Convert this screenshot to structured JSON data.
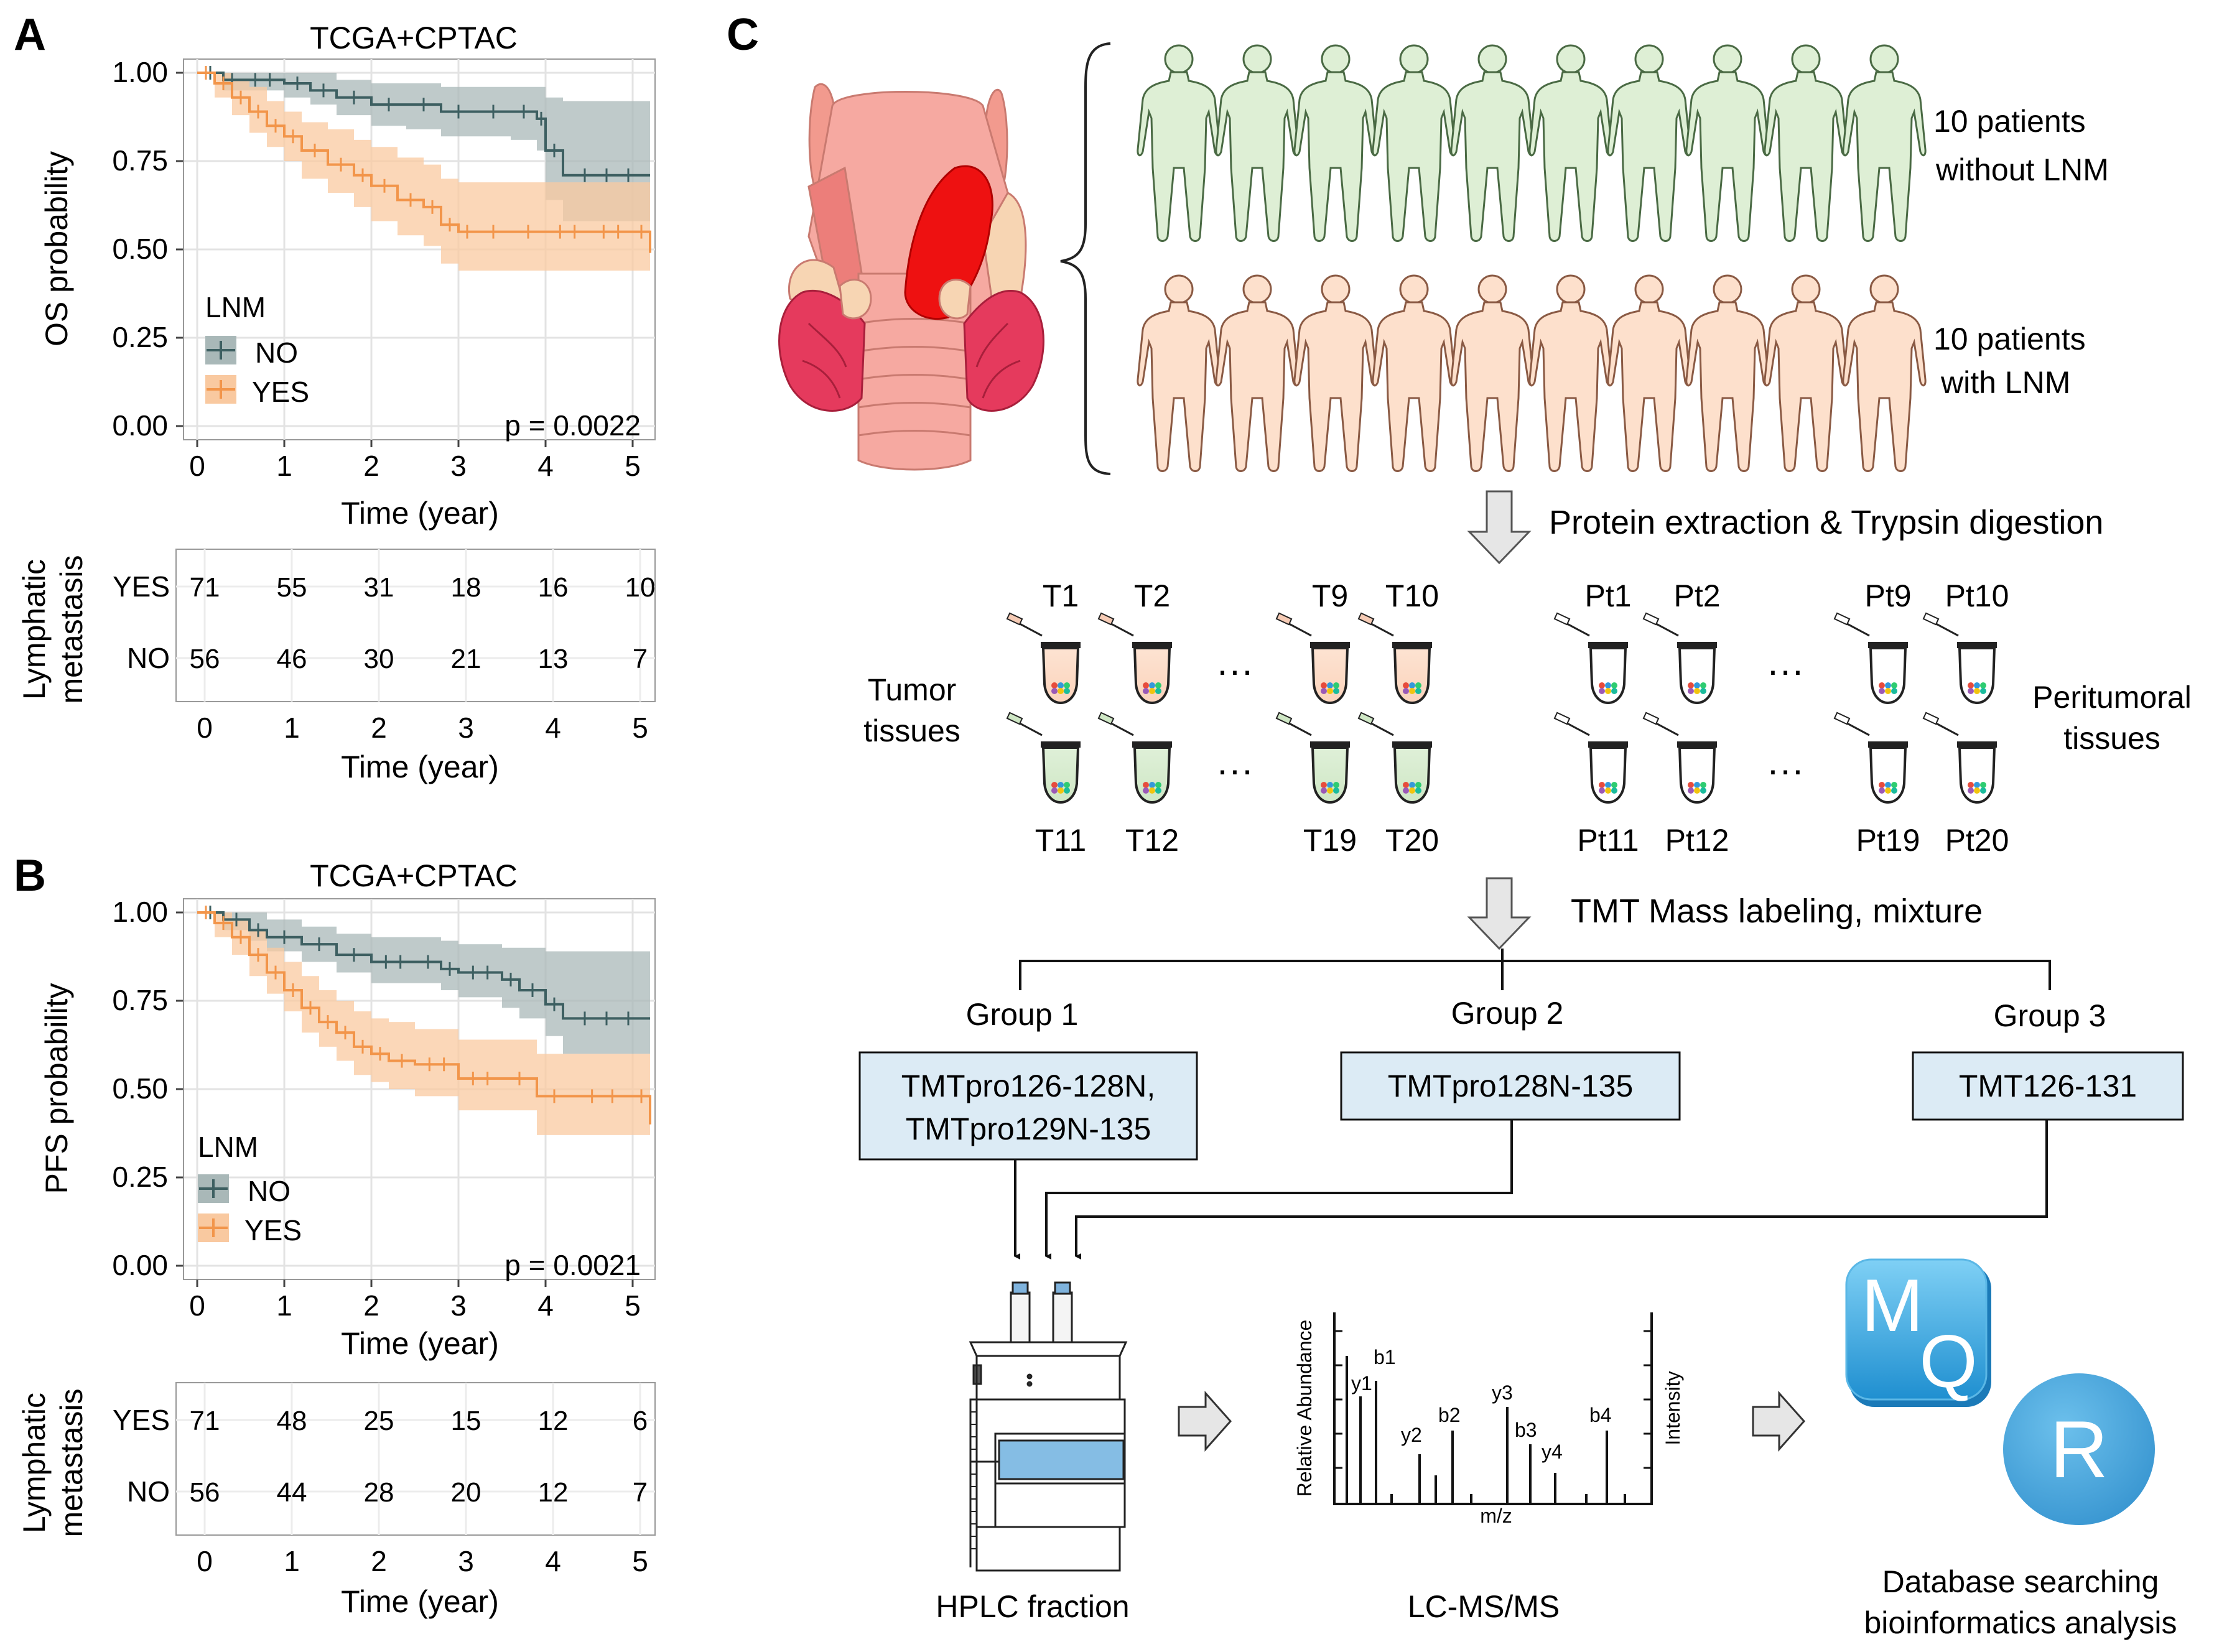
{
  "panels": {
    "A": {
      "letter": "A",
      "title": "TCGA+CPTAC",
      "ylabel": "OS probability",
      "xlabel": "Time (year)",
      "legend_title": "LNM",
      "legend_no": "NO",
      "legend_yes": "YES",
      "pvalue": "p = 0.0022",
      "risk_ylabel_1": "Lymphatic",
      "risk_ylabel_2": "metastasis",
      "risk_xlabel": "Time (year)",
      "risk_rows": [
        {
          "label": "YES",
          "values": [
            "71",
            "55",
            "31",
            "18",
            "16",
            "10"
          ]
        },
        {
          "label": "NO",
          "values": [
            "56",
            "46",
            "30",
            "21",
            "13",
            "7"
          ]
        }
      ]
    },
    "B": {
      "letter": "B",
      "title": "TCGA+CPTAC",
      "ylabel": "PFS probability",
      "xlabel": "Time (year)",
      "legend_title": "LNM",
      "legend_no": "NO",
      "legend_yes": "YES",
      "pvalue": "p = 0.0021",
      "risk_ylabel_1": "Lymphatic",
      "risk_ylabel_2": "metastasis",
      "risk_xlabel": "Time (year)",
      "risk_rows": [
        {
          "label": "YES",
          "values": [
            "71",
            "48",
            "25",
            "15",
            "12",
            "6"
          ]
        },
        {
          "label": "NO",
          "values": [
            "56",
            "44",
            "28",
            "20",
            "12",
            "7"
          ]
        }
      ]
    },
    "C": {
      "letter": "C",
      "patients_no_lnm_1": "10 patients",
      "patients_no_lnm_2": "without LNM",
      "patients_lnm_1": "10 patients",
      "patients_lnm_2": "with LNM",
      "step1": "Protein extraction & Trypsin digestion",
      "step2": "TMT Mass labeling, mixture",
      "tumor_label_1": "Tumor",
      "tumor_label_2": "tissues",
      "peri_label_1": "Peritumoral",
      "peri_label_2": "tissues",
      "tube_top_tumor": [
        "T1",
        "T2",
        "T9",
        "T10"
      ],
      "tube_bottom_tumor": [
        "T11",
        "T12",
        "T19",
        "T20"
      ],
      "tube_top_peri": [
        "Pt1",
        "Pt2",
        "Pt9",
        "Pt10"
      ],
      "tube_bottom_peri": [
        "Pt11",
        "Pt12",
        "Pt19",
        "Pt20"
      ],
      "ellipsis": "···",
      "group1": "Group 1",
      "group2": "Group 2",
      "group3": "Group 3",
      "group1_box_1": "TMTpro126-128N,",
      "group1_box_2": "TMTpro129N-135",
      "group2_box": "TMTpro128N-135",
      "group3_box": "TMT126-131",
      "hplc_label": "HPLC fraction",
      "lcms_label": "LC-MS/MS",
      "db_label_1": "Database searching",
      "db_label_2": "bioinformatics analysis",
      "spec_ylabel": "Relative Abundance",
      "spec_ylabel2": "Intensity",
      "spec_xlabel": "m/z",
      "peak_labels": [
        "b1",
        "y1",
        "y2",
        "b2",
        "y3",
        "b3",
        "y4",
        "b4"
      ],
      "mq_m": "M",
      "mq_q": "Q",
      "r_logo": "R"
    }
  },
  "colors": {
    "no_line": "#3d5f61",
    "no_band": "#a9b8b8",
    "yes_line": "#f2954a",
    "yes_band": "#f9c9a0",
    "panel_bg": "#ffffff",
    "grid": "#e3e3e3",
    "box_fill": "#dcebf5",
    "patient_green": "#deefd5",
    "patient_peach": "#fde0cc",
    "tumor_red": "#ee1111",
    "mq_blue": "#3aa9e5",
    "r_blue": "#4aa7de"
  },
  "chart_data": [
    {
      "type": "line",
      "title": "TCGA+CPTAC",
      "xlabel": "Time (year)",
      "ylabel": "OS probability",
      "xlim": [
        0,
        5.2
      ],
      "ylim": [
        0,
        1
      ],
      "x_ticks": [
        0,
        1,
        2,
        3,
        4,
        5
      ],
      "y_ticks": [
        "0.00",
        "0.25",
        "0.50",
        "0.75",
        "1.00"
      ],
      "legend_title": "LNM",
      "legend_position": "left-middle",
      "grid": true,
      "annotation": "p = 0.0022",
      "series": [
        {
          "name": "NO",
          "color": "#3d5f61",
          "x": [
            0,
            0.3,
            0.5,
            1.0,
            1.3,
            1.6,
            2.0,
            2.4,
            2.8,
            3.2,
            3.6,
            3.9,
            4.0,
            4.2,
            5.2
          ],
          "y": [
            1.0,
            0.98,
            0.98,
            0.97,
            0.95,
            0.93,
            0.91,
            0.91,
            0.89,
            0.89,
            0.89,
            0.87,
            0.78,
            0.71,
            0.71
          ],
          "lower": [
            1.0,
            0.95,
            0.95,
            0.93,
            0.91,
            0.88,
            0.85,
            0.84,
            0.82,
            0.82,
            0.81,
            0.78,
            0.64,
            0.58,
            0.58
          ],
          "upper": [
            1.0,
            1.0,
            1.0,
            1.0,
            1.0,
            0.98,
            0.97,
            0.97,
            0.96,
            0.96,
            0.96,
            0.96,
            0.93,
            0.92,
            0.92
          ]
        },
        {
          "name": "YES",
          "color": "#f2954a",
          "x": [
            0,
            0.2,
            0.4,
            0.6,
            0.8,
            1.0,
            1.2,
            1.5,
            1.8,
            2.0,
            2.3,
            2.6,
            2.8,
            3.0,
            3.2,
            3.6,
            4.0,
            4.5,
            5.0,
            5.2
          ],
          "y": [
            1.0,
            0.97,
            0.93,
            0.89,
            0.85,
            0.82,
            0.78,
            0.74,
            0.71,
            0.68,
            0.64,
            0.62,
            0.57,
            0.55,
            0.55,
            0.55,
            0.55,
            0.55,
            0.55,
            0.49
          ],
          "lower": [
            1.0,
            0.93,
            0.88,
            0.83,
            0.79,
            0.75,
            0.7,
            0.66,
            0.62,
            0.58,
            0.54,
            0.51,
            0.46,
            0.44,
            0.44,
            0.44,
            0.44,
            0.44,
            0.44,
            0.36
          ],
          "upper": [
            1.0,
            1.0,
            0.98,
            0.96,
            0.92,
            0.89,
            0.86,
            0.84,
            0.81,
            0.79,
            0.76,
            0.74,
            0.7,
            0.69,
            0.69,
            0.69,
            0.69,
            0.69,
            0.69,
            0.64
          ]
        }
      ],
      "risk_table": {
        "title": "Lymphatic metastasis",
        "x": [
          0,
          1,
          2,
          3,
          4,
          5
        ],
        "rows": [
          {
            "name": "YES",
            "values": [
              71,
              55,
              31,
              18,
              16,
              10
            ]
          },
          {
            "name": "NO",
            "values": [
              56,
              46,
              30,
              21,
              13,
              7
            ]
          }
        ]
      }
    },
    {
      "type": "line",
      "title": "TCGA+CPTAC",
      "xlabel": "Time (year)",
      "ylabel": "PFS probability",
      "xlim": [
        0,
        5.2
      ],
      "ylim": [
        0,
        1
      ],
      "x_ticks": [
        0,
        1,
        2,
        3,
        4,
        5
      ],
      "y_ticks": [
        "0.00",
        "0.25",
        "0.50",
        "0.75",
        "1.00"
      ],
      "legend_title": "LNM",
      "legend_position": "left-middle",
      "grid": true,
      "annotation": "p = 0.0021",
      "series": [
        {
          "name": "NO",
          "color": "#3d5f61",
          "x": [
            0,
            0.3,
            0.6,
            0.8,
            1.2,
            1.6,
            2.0,
            2.5,
            2.8,
            3.0,
            3.5,
            3.7,
            4.0,
            4.2,
            5.2
          ],
          "y": [
            1.0,
            0.98,
            0.95,
            0.93,
            0.91,
            0.88,
            0.86,
            0.86,
            0.84,
            0.83,
            0.81,
            0.78,
            0.74,
            0.7,
            0.7
          ],
          "lower": [
            1.0,
            0.95,
            0.92,
            0.89,
            0.86,
            0.83,
            0.8,
            0.8,
            0.78,
            0.76,
            0.73,
            0.7,
            0.65,
            0.6,
            0.6
          ],
          "upper": [
            1.0,
            1.0,
            1.0,
            0.98,
            0.96,
            0.94,
            0.93,
            0.93,
            0.92,
            0.91,
            0.9,
            0.9,
            0.89,
            0.89,
            0.89
          ]
        },
        {
          "name": "YES",
          "color": "#f2954a",
          "x": [
            0,
            0.2,
            0.4,
            0.6,
            0.8,
            1.0,
            1.2,
            1.4,
            1.6,
            1.8,
            2.0,
            2.2,
            2.5,
            3.0,
            3.5,
            3.9,
            4.3,
            5.0,
            5.2
          ],
          "y": [
            1.0,
            0.97,
            0.93,
            0.88,
            0.83,
            0.78,
            0.73,
            0.69,
            0.66,
            0.62,
            0.6,
            0.58,
            0.57,
            0.53,
            0.53,
            0.48,
            0.48,
            0.48,
            0.4
          ],
          "lower": [
            1.0,
            0.93,
            0.88,
            0.82,
            0.77,
            0.72,
            0.66,
            0.62,
            0.58,
            0.54,
            0.52,
            0.5,
            0.48,
            0.44,
            0.44,
            0.37,
            0.37,
            0.37,
            0.26
          ],
          "upper": [
            1.0,
            1.0,
            0.98,
            0.95,
            0.9,
            0.86,
            0.82,
            0.78,
            0.75,
            0.72,
            0.7,
            0.69,
            0.67,
            0.64,
            0.64,
            0.6,
            0.6,
            0.6,
            0.55
          ]
        }
      ],
      "risk_table": {
        "title": "Lymphatic metastasis",
        "x": [
          0,
          1,
          2,
          3,
          4,
          5
        ],
        "rows": [
          {
            "name": "YES",
            "values": [
              71,
              48,
              25,
              15,
              12,
              6
            ]
          },
          {
            "name": "NO",
            "values": [
              56,
              44,
              28,
              20,
              12,
              7
            ]
          }
        ]
      }
    }
  ]
}
